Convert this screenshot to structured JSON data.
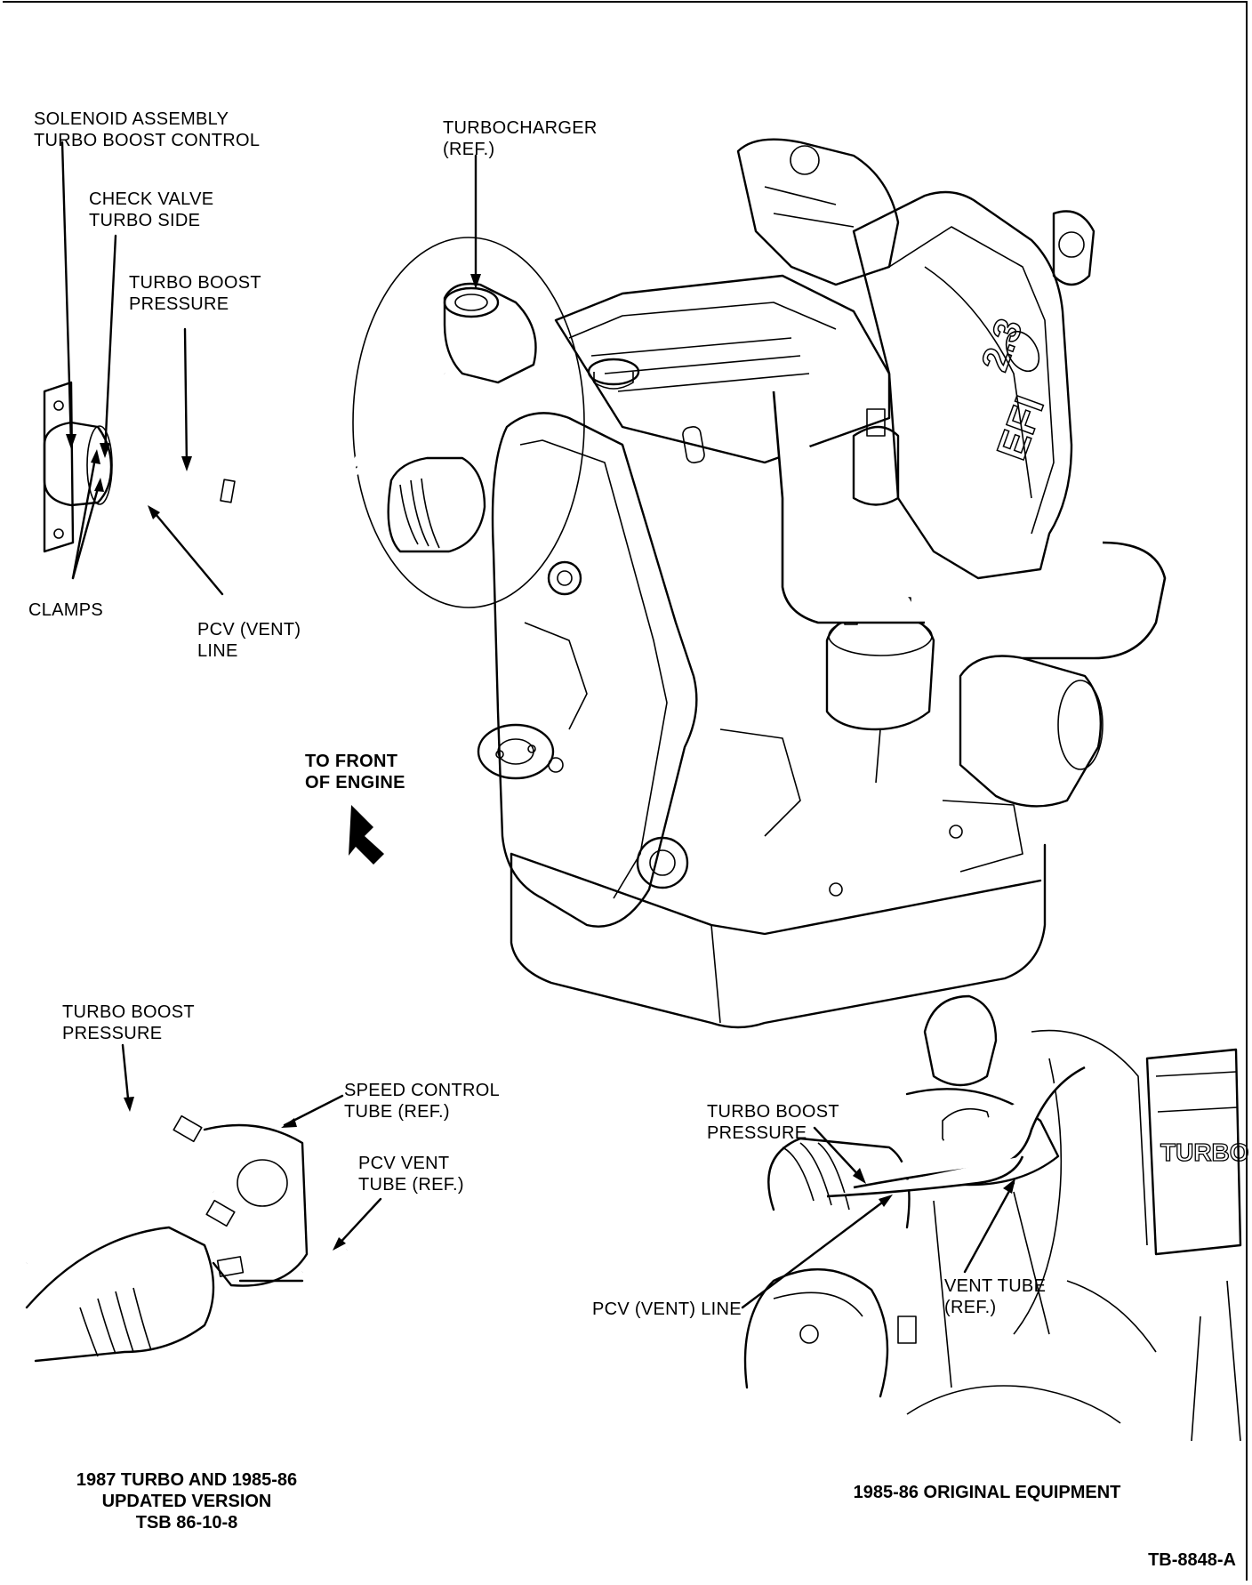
{
  "main_view": {
    "labels": {
      "solenoid": "SOLENOID ASSEMBLY\nTURBO BOOST CONTROL",
      "turbocharger": "TURBOCHARGER\n(REF.)",
      "check_valve": "CHECK VALVE\nTURBO SIDE",
      "turbo_boost_pressure": "TURBO BOOST\nPRESSURE",
      "clamps": "CLAMPS",
      "pcv_vent_line": "PCV (VENT)\nLINE",
      "to_front": "TO FRONT\nOF ENGINE"
    }
  },
  "left_inset": {
    "labels": {
      "turbo_boost_pressure": "TURBO BOOST\nPRESSURE",
      "speed_control": "SPEED CONTROL\nTUBE (REF.)",
      "pcv_vent_tube": "PCV VENT\nTUBE (REF.)"
    },
    "caption": "1987 TURBO AND 1985-86\nUPDATED VERSION\nTSB 86-10-8"
  },
  "right_inset": {
    "labels": {
      "turbo_boost_pressure": "TURBO BOOST\nPRESSURE",
      "pcv_vent_line": "PCV (VENT) LINE",
      "vent_tube": "VENT TUBE\n(REF.)"
    },
    "caption": "1985-86 ORIGINAL EQUIPMENT"
  },
  "figure_id": "TB-8848-A"
}
